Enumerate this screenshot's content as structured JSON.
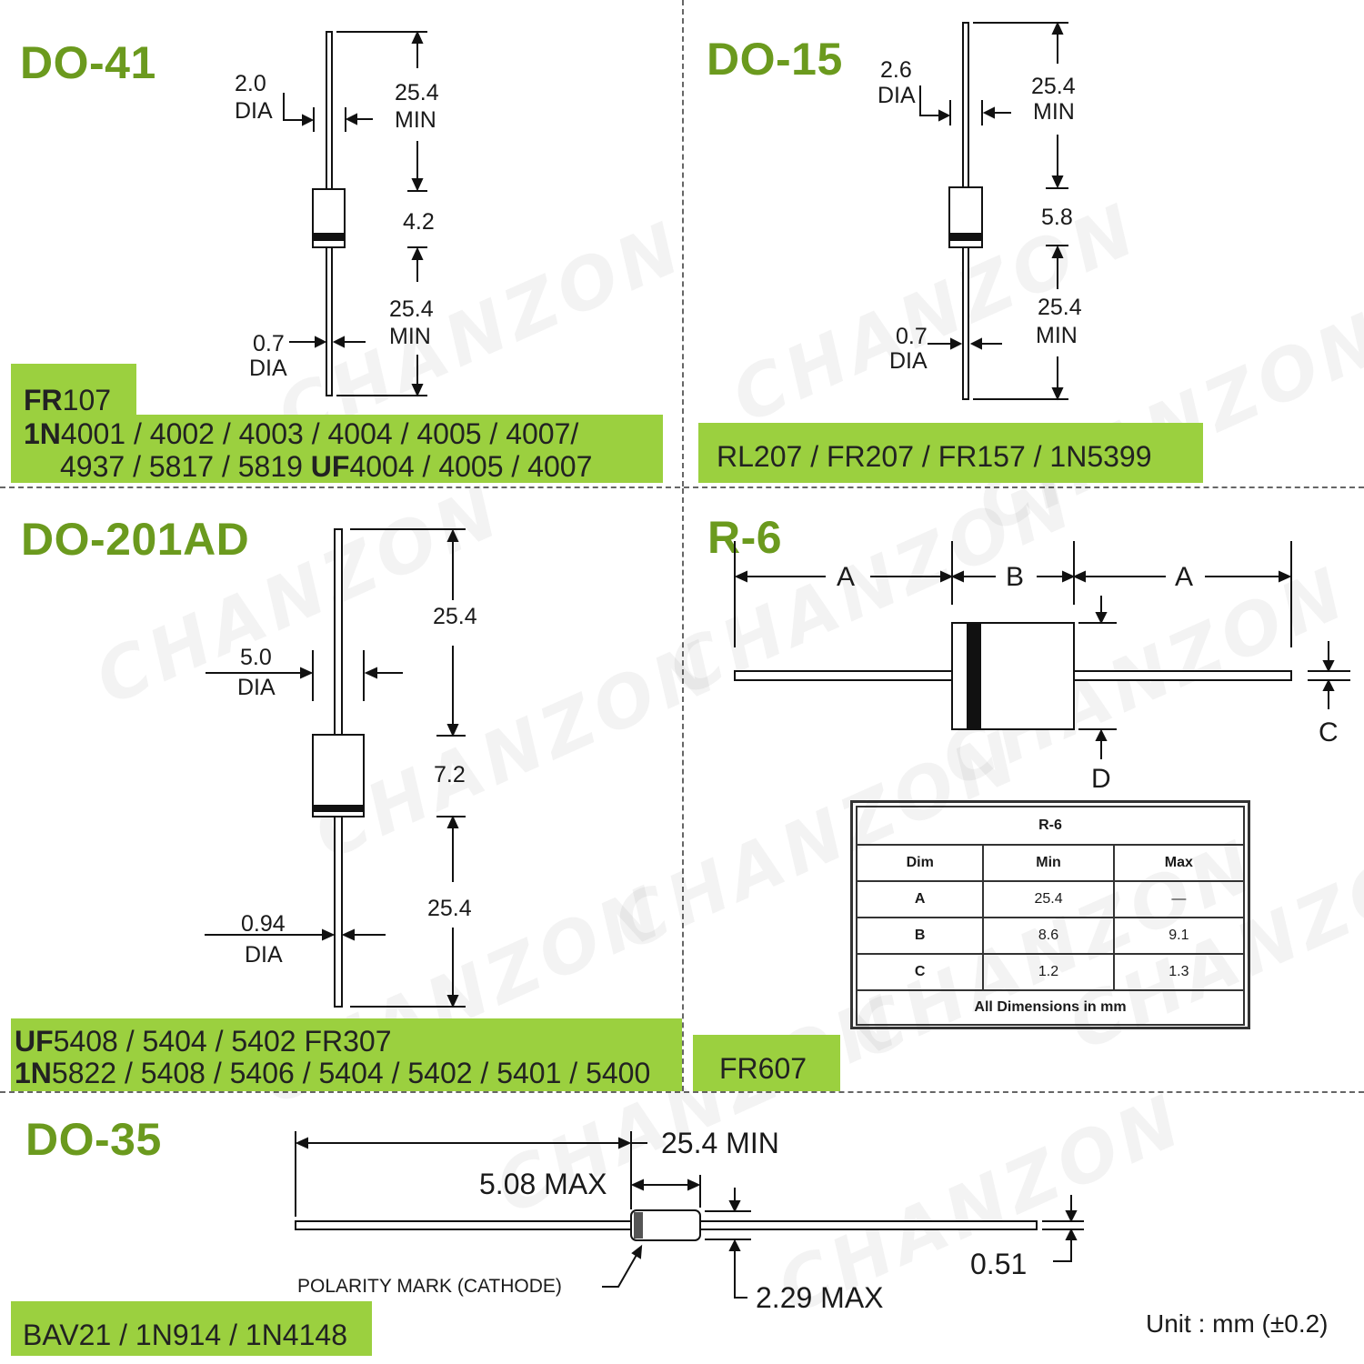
{
  "do41": {
    "title": "DO-41",
    "lead_dia_top": "2.0",
    "lead_dia_top_unit": "DIA",
    "lead_len_top": "25.4",
    "lead_len_top_unit": "MIN",
    "body_len": "4.2",
    "lead_len_bottom": "25.4",
    "lead_len_bottom_unit": "MIN",
    "lead_dia_bottom": "0.7",
    "lead_dia_bottom_unit": "DIA",
    "parts_line1_bold": "FR",
    "parts_line1_rest": "107",
    "parts_line2_bold": "1N",
    "parts_line2_rest": "4001 / 4002 / 4003 / 4004 / 4005 / 4007/",
    "parts_line3_a": "4937 / 5817 / 5819  ",
    "parts_line3_bold": "UF",
    "parts_line3_b": "4004 / 4005 / 4007"
  },
  "do15": {
    "title": "DO-15",
    "lead_dia_top": "2.6",
    "lead_dia_top_unit": "DIA",
    "lead_len_top": "25.4",
    "lead_len_top_unit": "MIN",
    "body_len": "5.8",
    "lead_len_bottom": "25.4",
    "lead_len_bottom_unit": "MIN",
    "lead_dia_bottom": "0.7",
    "lead_dia_bottom_unit": "DIA",
    "parts": "RL207 / FR207 / FR157 / 1N5399"
  },
  "do201ad": {
    "title": "DO-201AD",
    "lead_len_top": "25.4",
    "body_dia": "5.0",
    "body_dia_unit": "DIA",
    "body_len": "7.2",
    "lead_len_bottom": "25.4",
    "lead_dia": "0.94",
    "lead_dia_unit": "DIA",
    "parts_line1_bold": "UF",
    "parts_line1_rest": "5408 / 5404 / 5402   FR307",
    "parts_line2_bold": "1N",
    "parts_line2_rest": "5822 / 5408 / 5406 / 5404 / 5402 / 5401 / 5400"
  },
  "r6": {
    "title": "R-6",
    "label_a_left": "A",
    "label_b": "B",
    "label_a_right": "A",
    "label_c": "C",
    "label_d": "D",
    "table": {
      "caption": "R-6",
      "headers": [
        "Dim",
        "Min",
        "Max"
      ],
      "rows": [
        {
          "dim": "A",
          "min": "25.4",
          "max": "—"
        },
        {
          "dim": "B",
          "min": "8.6",
          "max": "9.1"
        },
        {
          "dim": "C",
          "min": "1.2",
          "max": "1.3"
        }
      ],
      "footer": "All Dimensions in mm"
    },
    "parts": "FR607"
  },
  "do35": {
    "title": "DO-35",
    "lead_len": "25.4 MIN",
    "body_len": "5.08 MAX",
    "lead_dia": "0.51",
    "body_dia": "2.29 MAX",
    "polarity": "POLARITY MARK (CATHODE)",
    "parts": "BAV21 / 1N914 / 1N4148"
  },
  "unit_note": "Unit : mm (±0.2)",
  "watermark": "CHANZON",
  "colors": {
    "title_green": "#6b9a1e",
    "bar_green": "#9bd03f",
    "band_dark": "#111111"
  }
}
